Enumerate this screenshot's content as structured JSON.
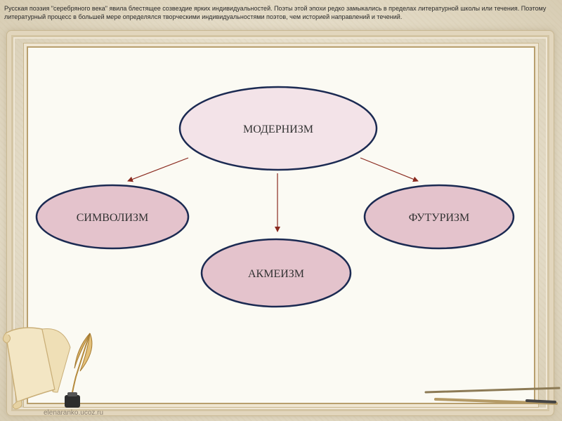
{
  "slide": {
    "intro_text": "Русская поэзия \"серебряного века\" явила блестящее созвездие ярких индивидуальностей. Поэты этой эпохи редко замыкались в пределах литературной школы или течения. Поэтому литературный процесс в большей мере определялся творческими индивидуальностями поэтов, чем историей направлений и течений.",
    "footer_credit": "elenaranko.ucoz.ru"
  },
  "diagram": {
    "root": {
      "label": "МОДЕРНИЗМ"
    },
    "children": [
      {
        "label": "СИМВОЛИЗМ"
      },
      {
        "label": "АКМЕИЗМ"
      },
      {
        "label": "ФУТУРИЗМ"
      }
    ]
  },
  "colors": {
    "ellipse_fill": "#e4c3cc",
    "root_fill": "#f3e3e8",
    "ellipse_stroke": "#1b2a52",
    "arrow": "#8a2a1f",
    "panel_border": "#b89f6e"
  }
}
